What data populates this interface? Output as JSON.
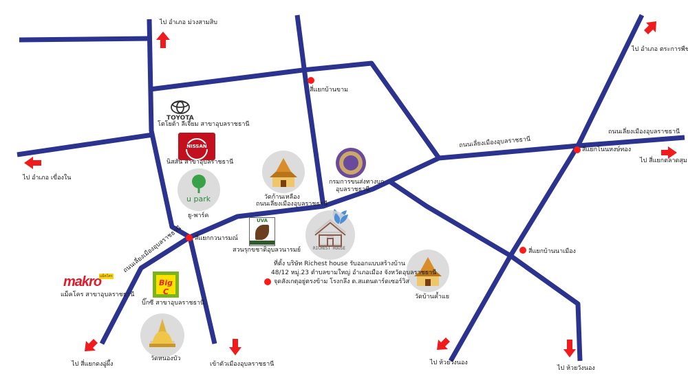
{
  "colors": {
    "road": "#2b338f",
    "arrow": "#ee1c1c",
    "dot": "#ff1a1a",
    "circle": "#d6d6d6"
  },
  "directions": {
    "mueang_sam_sip": "ไป อำเภอ ม่วงสามสิบ",
    "trakan_phuet_phon": "ไป อำเภอ ตระการพืชผล",
    "khueang_nai": "ไป อำเภอ เขื่องใน",
    "yaek_talat_sum": "ไป สี่แยกตลาดสุม",
    "yaek_dong_u_phueng": "ไป สี่แยกดงอู่ผึ้ง",
    "city_center": "เข้าตัวเมืองอุบลราชธานี",
    "huai_wang_nong_1": "ไป ห้วยวังนอง",
    "huai_wang_nong_2": "ไป ห้วยวังนอง"
  },
  "roads": {
    "bypass_east": "ถนนเลี่ยงเมืองอุบลราชธานี",
    "bypass_mid": "ถนนเลี่ยงเมืองอุบลราชธานี",
    "bypass_right": "ถนนเลี่ยงเมืองอุบลราชธานี",
    "bypass_southwest": "ถนนเลี่ยงเมืองอุบลราชธานี"
  },
  "intersections": {
    "ban_kham": "สี่แยกบ้านขาม",
    "non_hong_thong": "สี่แยกโนนหงษ์ทอง",
    "kowanaram": "สี่แยกกวนารมณ์",
    "ban_na_mueang": "สี่แยกบ้านนาเมือง"
  },
  "places": {
    "toyota_logo": "TOYOTA",
    "toyota": "โตโยต้า ลีเจี้ยม สาขาอุบลราชธานี",
    "nissan_logo": "NISSAN",
    "nissan": "นิสสัน สาขาอุบลราชธานี",
    "upark_logo": "u park",
    "upark": "ยู-พาร์ค",
    "wat_kao_luang": "วัดก้านเหลือง",
    "land_transport_1": "กรมการขนส่งทางบก",
    "land_transport_2": "อุบลราชธานี",
    "uva_logo": "UVA",
    "uva": "สวนรุกขชาติอุบลวนารมย์",
    "richest_logo": "RICHEST HOUSE",
    "makro_logo": "makro",
    "makro_tag": "แม็คโคร",
    "makro": "แม็คโคร สาขาอุบลราชธานี",
    "bigc_logo": "Big C",
    "bigc": "บิ๊กซี สาขาอุบลราชธานี",
    "wat_nong_bua": "วัดหนองบัว",
    "wat_ban_kae": "วัดบ้านค้ำแย"
  },
  "company": {
    "line1": "ที่ตั้ง บริษัท Richest house รับออกแบบสร้างบ้าน",
    "line2": "48/12 หมู่.23 ตำบลขามใหญ่ อำเภอเมือง จังหวัดอุบลราชธานี",
    "line3": "จุดสังเกตุอยู่ตรงข้าม โรงกลึง ต.สแตนดาร์ดเซอร์วิส"
  }
}
